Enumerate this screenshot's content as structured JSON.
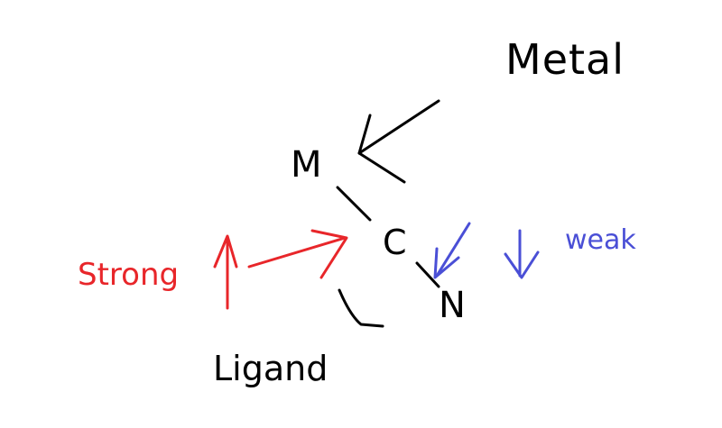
{
  "labels": {
    "metal": "Metal",
    "metal_symbol": "M",
    "carbon": "C",
    "nitrogen": "N",
    "ligand": "Ligand",
    "strong": "Strong",
    "weak": "weak"
  },
  "colors": {
    "ink": "#000000",
    "strong": "#e8262a",
    "weak": "#4a4fd6",
    "background": "#ffffff"
  }
}
